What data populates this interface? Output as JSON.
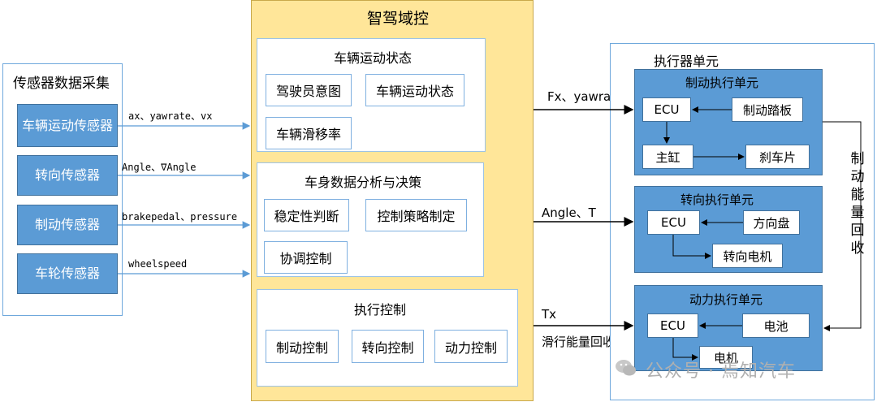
{
  "sensors": {
    "title": "传感器数据采集",
    "items": [
      "车辆运动传感器",
      "转向传感器",
      "制动传感器",
      "车轮传感器"
    ],
    "signals": [
      "ax、yawrate、vx",
      "Angle、∇Angle",
      "brakepedal、pressure",
      "wheelspeed"
    ]
  },
  "domain": {
    "title": "智驾域控",
    "motion": {
      "title": "车辆运动状态",
      "items": [
        "驾驶员意图",
        "车辆运动状态",
        "车辆滑移率"
      ]
    },
    "analysis": {
      "title": "车身数据分析与决策",
      "items": [
        "稳定性判断",
        "控制策略制定",
        "协调控制"
      ]
    },
    "exec": {
      "title": "执行控制",
      "items": [
        "制动控制",
        "转向控制",
        "动力控制"
      ]
    }
  },
  "outputs": [
    "Fx、yawrate",
    "Angle、T",
    "Tx",
    "滑行能量回收"
  ],
  "actuators": {
    "title": "执行器单元",
    "brake": {
      "title": "制动执行单元",
      "ecu": "ECU",
      "pedal": "制动踏板",
      "cylinder": "主缸",
      "pads": "刹车片"
    },
    "steer": {
      "title": "转向执行单元",
      "ecu": "ECU",
      "wheel": "方向盘",
      "motor": "转向电机"
    },
    "power": {
      "title": "动力执行单元",
      "ecu": "ECU",
      "battery": "电池",
      "motor": "电机"
    },
    "recovery": "制动能量回收"
  },
  "watermark": "公众号 · 焉知汽车",
  "colors": {
    "unit_blue": "#5b9bd5",
    "domain_yellow": "#ffe699",
    "panel_border": "#6fa8dc"
  }
}
